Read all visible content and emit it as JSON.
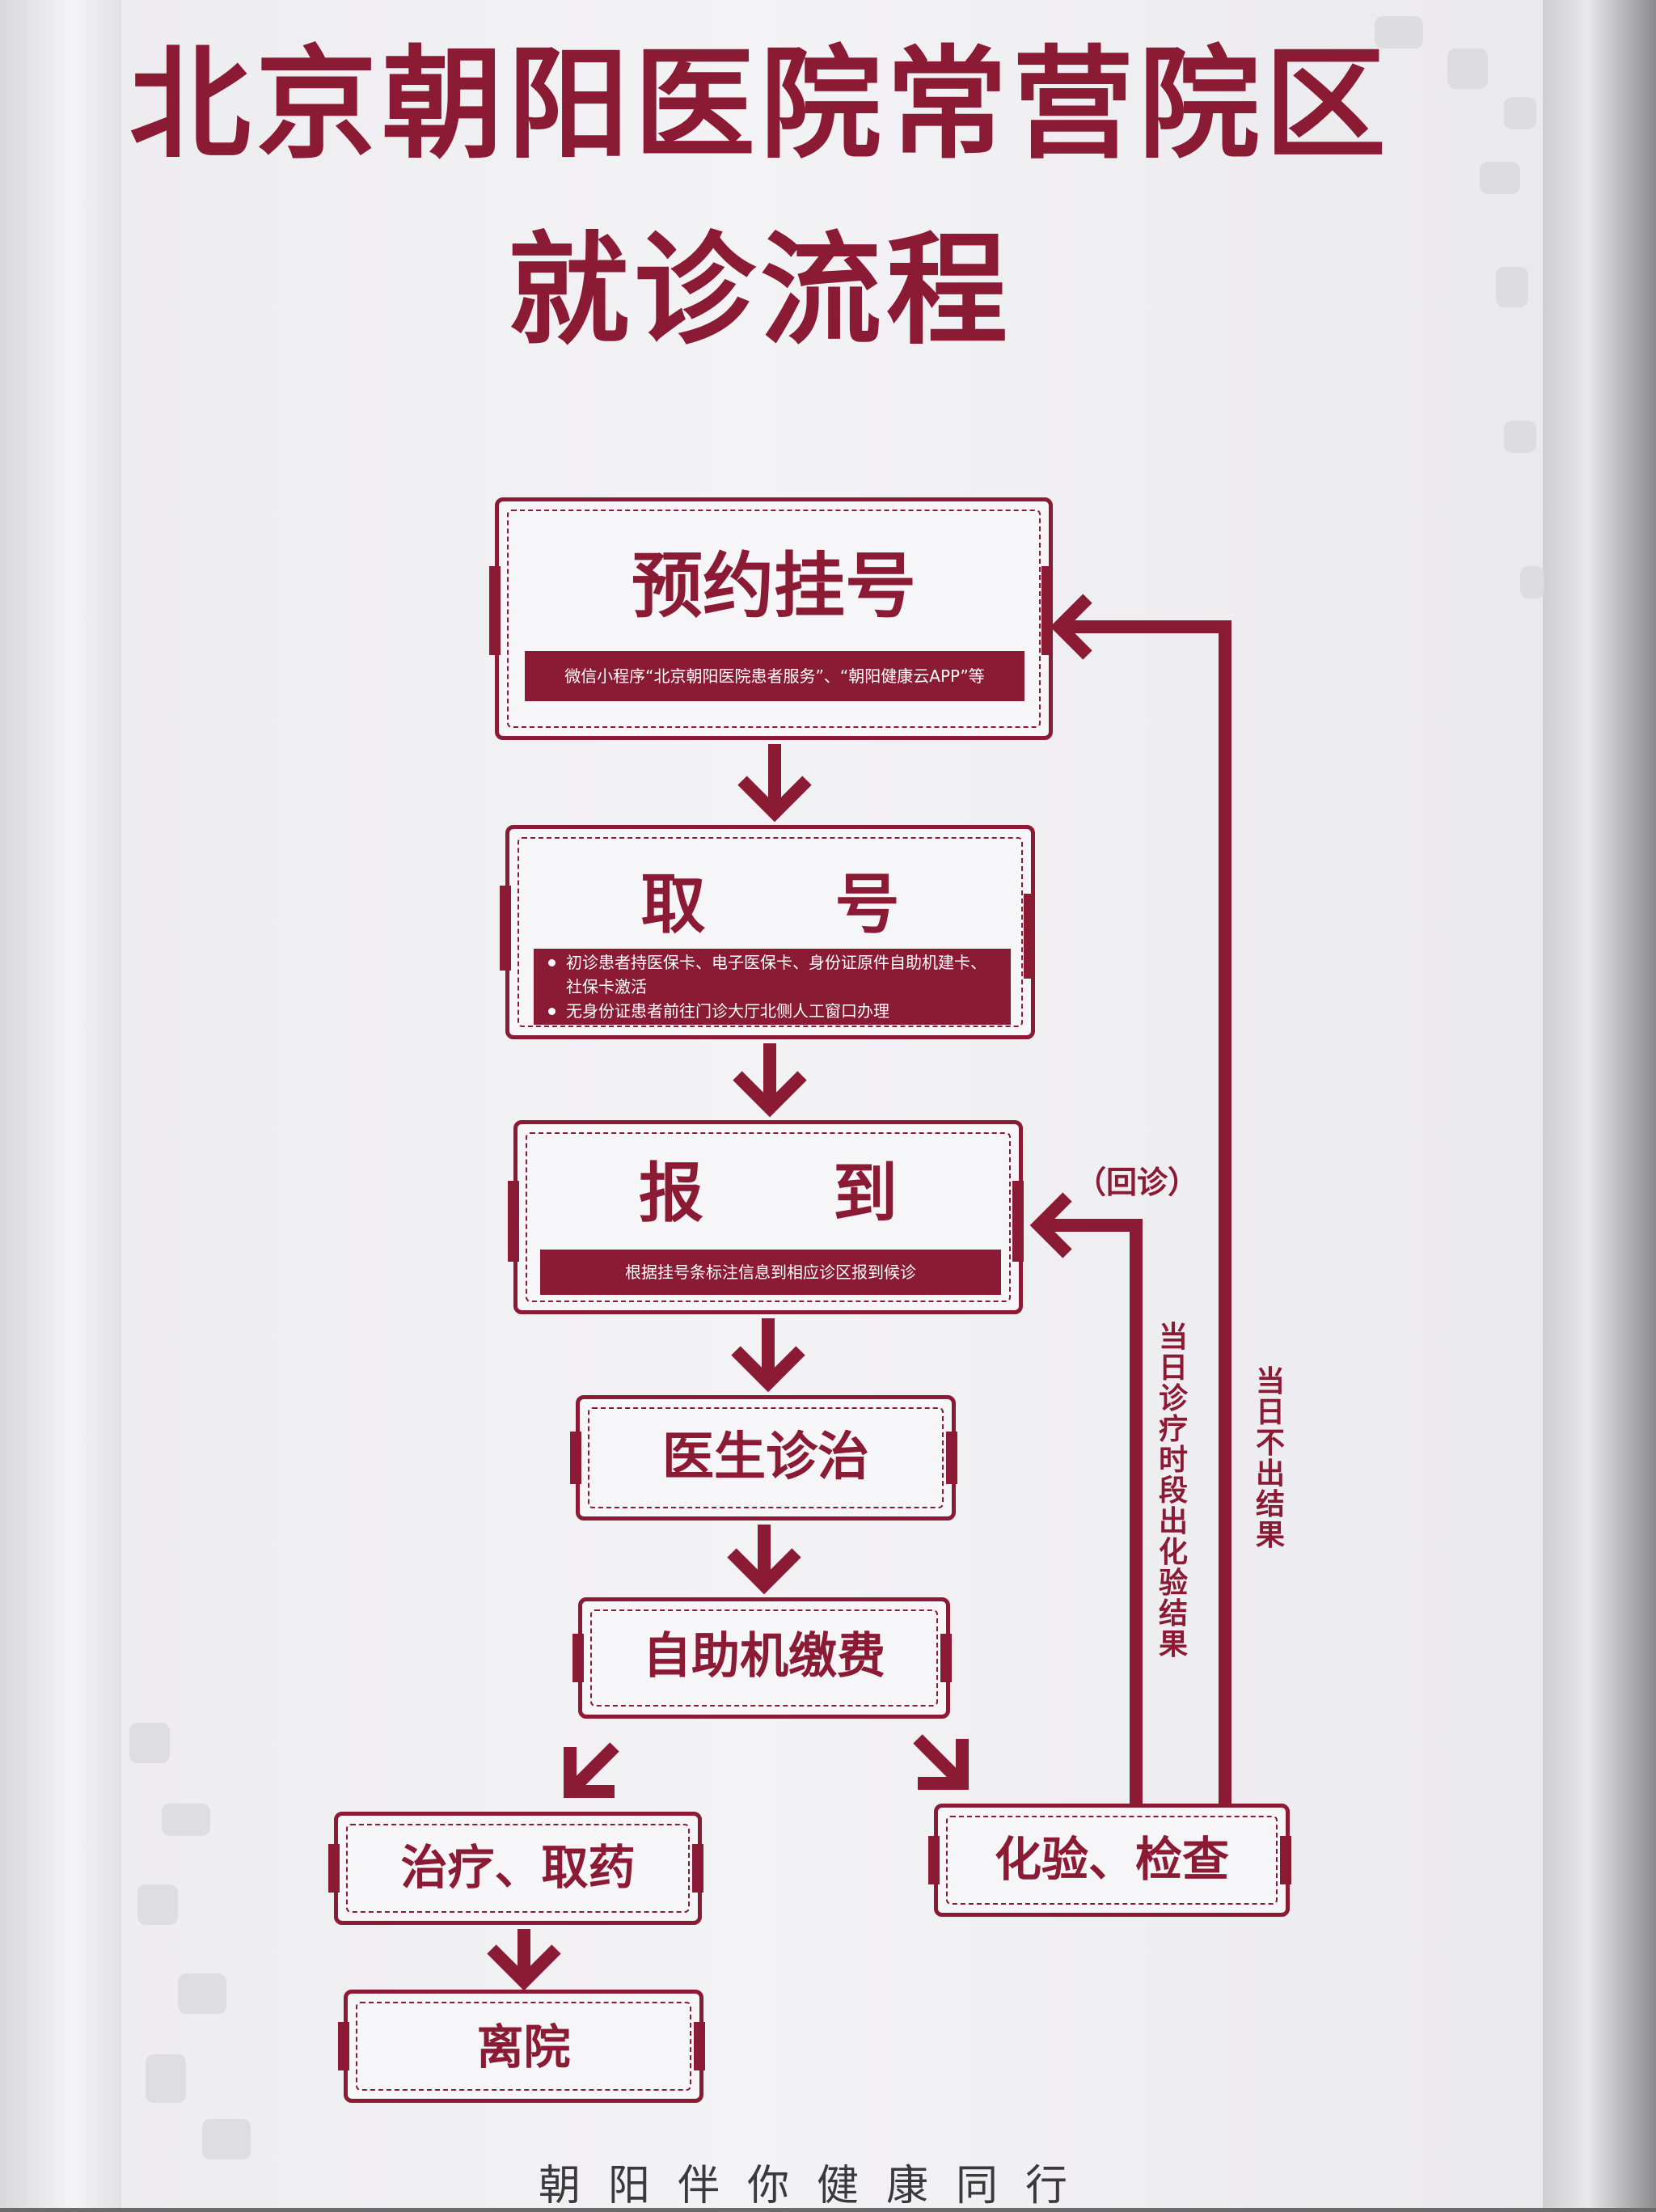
{
  "header": {
    "title_line1": "北京朝阳医院常营院区",
    "title_line2": "就诊流程"
  },
  "steps": {
    "appointment": {
      "title": "预约挂号",
      "note": "微信小程序“北京朝阳医院患者服务”、“朝阳健康云APP”等"
    },
    "get_number": {
      "title": "取　　号",
      "notes": [
        "初诊患者持医保卡、电子医保卡、身份证原件自助机建卡、",
        "社保卡激活",
        "无身份证患者前往门诊大厅北侧人工窗口办理"
      ]
    },
    "check_in": {
      "title": "报　　到",
      "note": "根据挂号条标注信息到相应诊区报到候诊"
    },
    "consultation": {
      "title": "医生诊治"
    },
    "payment": {
      "title": "自助机缴费"
    },
    "treatment": {
      "title": "治疗、取药"
    },
    "tests": {
      "title": "化验、检查"
    },
    "leave": {
      "title": "离院"
    }
  },
  "loops": {
    "return_visit_label": "（回诊）",
    "same_day_results": "当日诊疗时段出化验结果",
    "not_same_day": "当日不出结果"
  },
  "footer": {
    "slogan": "朝阳伴你健康同行"
  },
  "colors": {
    "brand": "#8b1a34",
    "board": "#f3f2f5"
  }
}
